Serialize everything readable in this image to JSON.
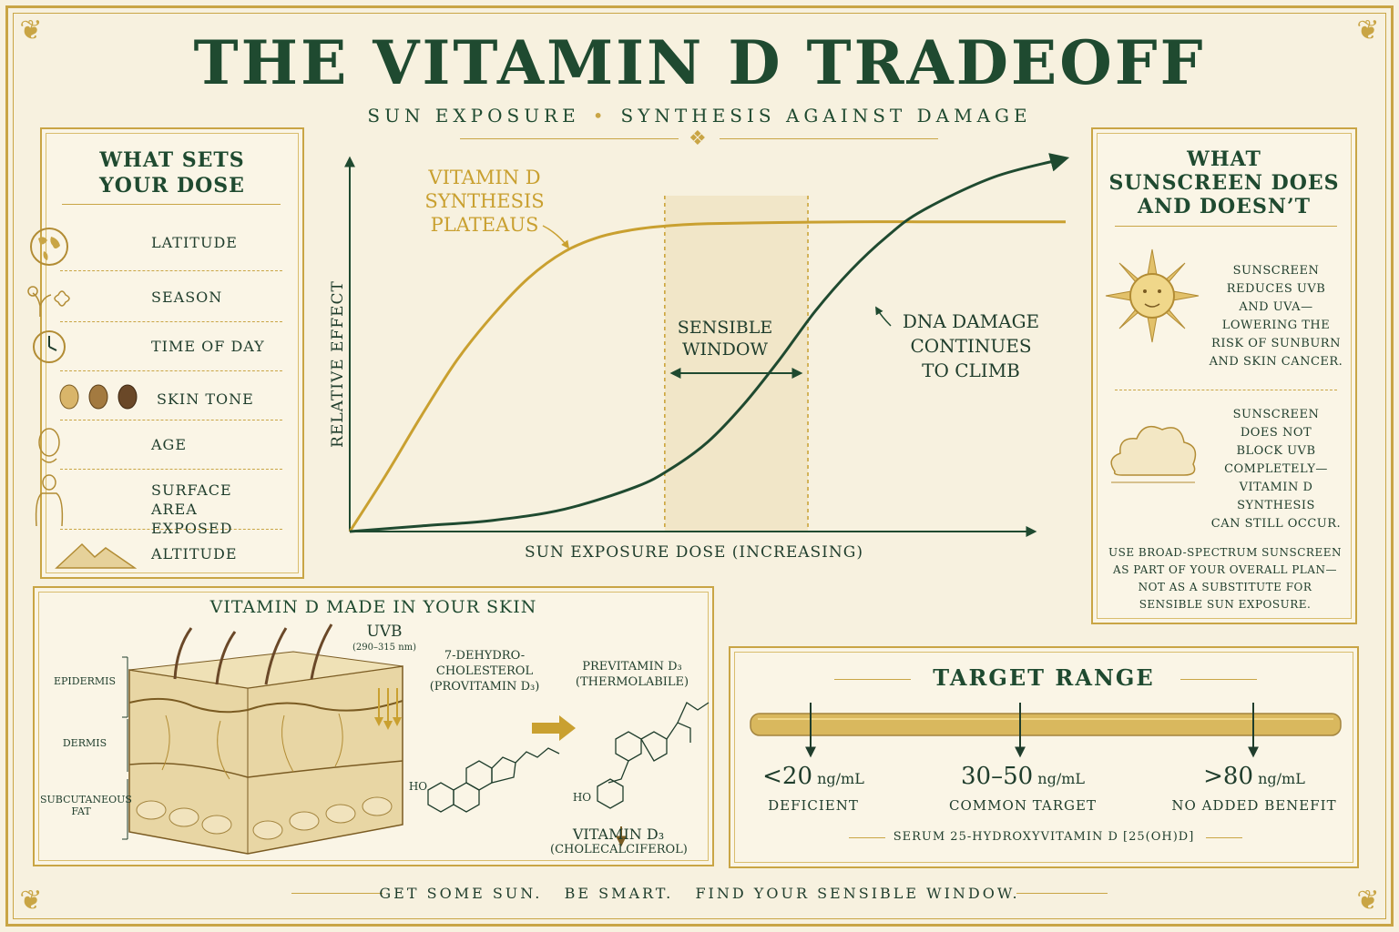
{
  "title": "THE VITAMIN D TRADEOFF",
  "subtitle": {
    "left": "SUN EXPOSURE",
    "separator": "•",
    "right": "SYNTHESIS AGAINST DAMAGE"
  },
  "dose_panel": {
    "heading_line1": "WHAT SETS",
    "heading_line2": "YOUR DOSE",
    "factors": [
      {
        "label": "LATITUDE",
        "icon": "globe-icon"
      },
      {
        "label": "SEASON",
        "icon": "flowers-icon"
      },
      {
        "label": "TIME OF DAY",
        "icon": "clock-icon"
      },
      {
        "label": "SKIN TONE",
        "icon": "faces-icon"
      },
      {
        "label": "AGE",
        "icon": "elderly-face-icon"
      },
      {
        "label": "SURFACE AREA",
        "label2": "EXPOSED",
        "icon": "torso-icon"
      },
      {
        "label": "ALTITUDE",
        "icon": "mountain-icon"
      }
    ]
  },
  "chart": {
    "ylabel": "RELATIVE EFFECT",
    "xlabel": "SUN EXPOSURE DOSE (INCREASING)",
    "vitd_label_1": "VITAMIN D",
    "vitd_label_2": "SYNTHESIS",
    "vitd_label_3": "PLATEAUS",
    "window_label_1": "SENSIBLE",
    "window_label_2": "WINDOW",
    "dna_label_1": "DNA DAMAGE",
    "dna_label_2": "CONTINUES",
    "dna_label_3": "TO CLIMB"
  },
  "chart_data": {
    "type": "line",
    "ylabel": "RELATIVE EFFECT",
    "xlabel": "SUN EXPOSURE DOSE (INCREASING)",
    "xlim": [
      0,
      100
    ],
    "ylim": [
      0,
      100
    ],
    "grid": false,
    "series": [
      {
        "color": "#c9a030",
        "x": [
          0,
          5,
          10,
          15,
          20,
          25,
          30,
          35,
          40,
          45,
          50,
          60,
          70,
          80,
          90,
          100
        ],
        "y": [
          0,
          15,
          31,
          46,
          58,
          68,
          75,
          79,
          81,
          82,
          82.5,
          82.8,
          83,
          83,
          83,
          83
        ]
      },
      {
        "color": "#1f4a30",
        "x": [
          0,
          10,
          20,
          30,
          40,
          45,
          50,
          55,
          60,
          65,
          70,
          75,
          80,
          90,
          100
        ],
        "y": [
          0,
          1.5,
          3,
          6,
          12,
          17,
          24,
          34,
          46,
          59,
          70,
          79,
          86,
          95,
          100
        ]
      }
    ],
    "band": {
      "x_start": 44,
      "x_end": 64
    }
  },
  "sunscreen_panel": {
    "heading_line1": "WHAT",
    "heading_line2": "SUNSCREEN DOES",
    "heading_line3": "AND DOESN’T",
    "block1": [
      "SUNSCREEN",
      "REDUCES UVB",
      "AND UVA—",
      "LOWERING THE",
      "RISK OF SUNBURN",
      "AND SKIN CANCER."
    ],
    "block2": [
      "SUNSCREEN",
      "DOES NOT",
      "BLOCK UVB",
      "COMPLETELY—",
      "VITAMIN D",
      "SYNTHESIS",
      "CAN STILL OCCUR."
    ],
    "block3": [
      "USE BROAD-SPECTRUM SUNSCREEN",
      "AS PART OF YOUR OVERALL PLAN—",
      "NOT AS A SUBSTITUTE FOR",
      "SENSIBLE SUN EXPOSURE."
    ]
  },
  "skin_panel": {
    "heading": "VITAMIN D MADE IN YOUR SKIN",
    "layers": [
      "EPIDERMIS",
      "DERMIS",
      "SUBCUTANEOUS",
      "FAT"
    ],
    "uvb": "UVB",
    "uvb_range": "(290–315 nm)",
    "pro_1": "7-DEHYDRO-",
    "pro_2": "CHOLESTEROL",
    "pro_3": "(PROVITAMIN D₃)",
    "pre_1": "PREVITAMIN D₃",
    "pre_2": "(THERMOLABILE)",
    "ho_1": "HO",
    "ho_2": "HO",
    "vit_1": "VITAMIN D₃",
    "vit_2": "(CHOLECALCIFEROL)"
  },
  "target_panel": {
    "heading": "TARGET RANGE",
    "markers": [
      {
        "value": "<20",
        "unit": "ng/mL",
        "label": "DEFICIENT"
      },
      {
        "value": "30–50",
        "unit": "ng/mL",
        "label": "COMMON TARGET"
      },
      {
        "value": ">80",
        "unit": "ng/mL",
        "label": "NO ADDED BENEFIT"
      }
    ],
    "footnote": "SERUM 25-HYDROXYVITAMIN D [25(OH)D]"
  },
  "footer": "GET SOME SUN.   BE SMART.   FIND YOUR SENSIBLE WINDOW."
}
